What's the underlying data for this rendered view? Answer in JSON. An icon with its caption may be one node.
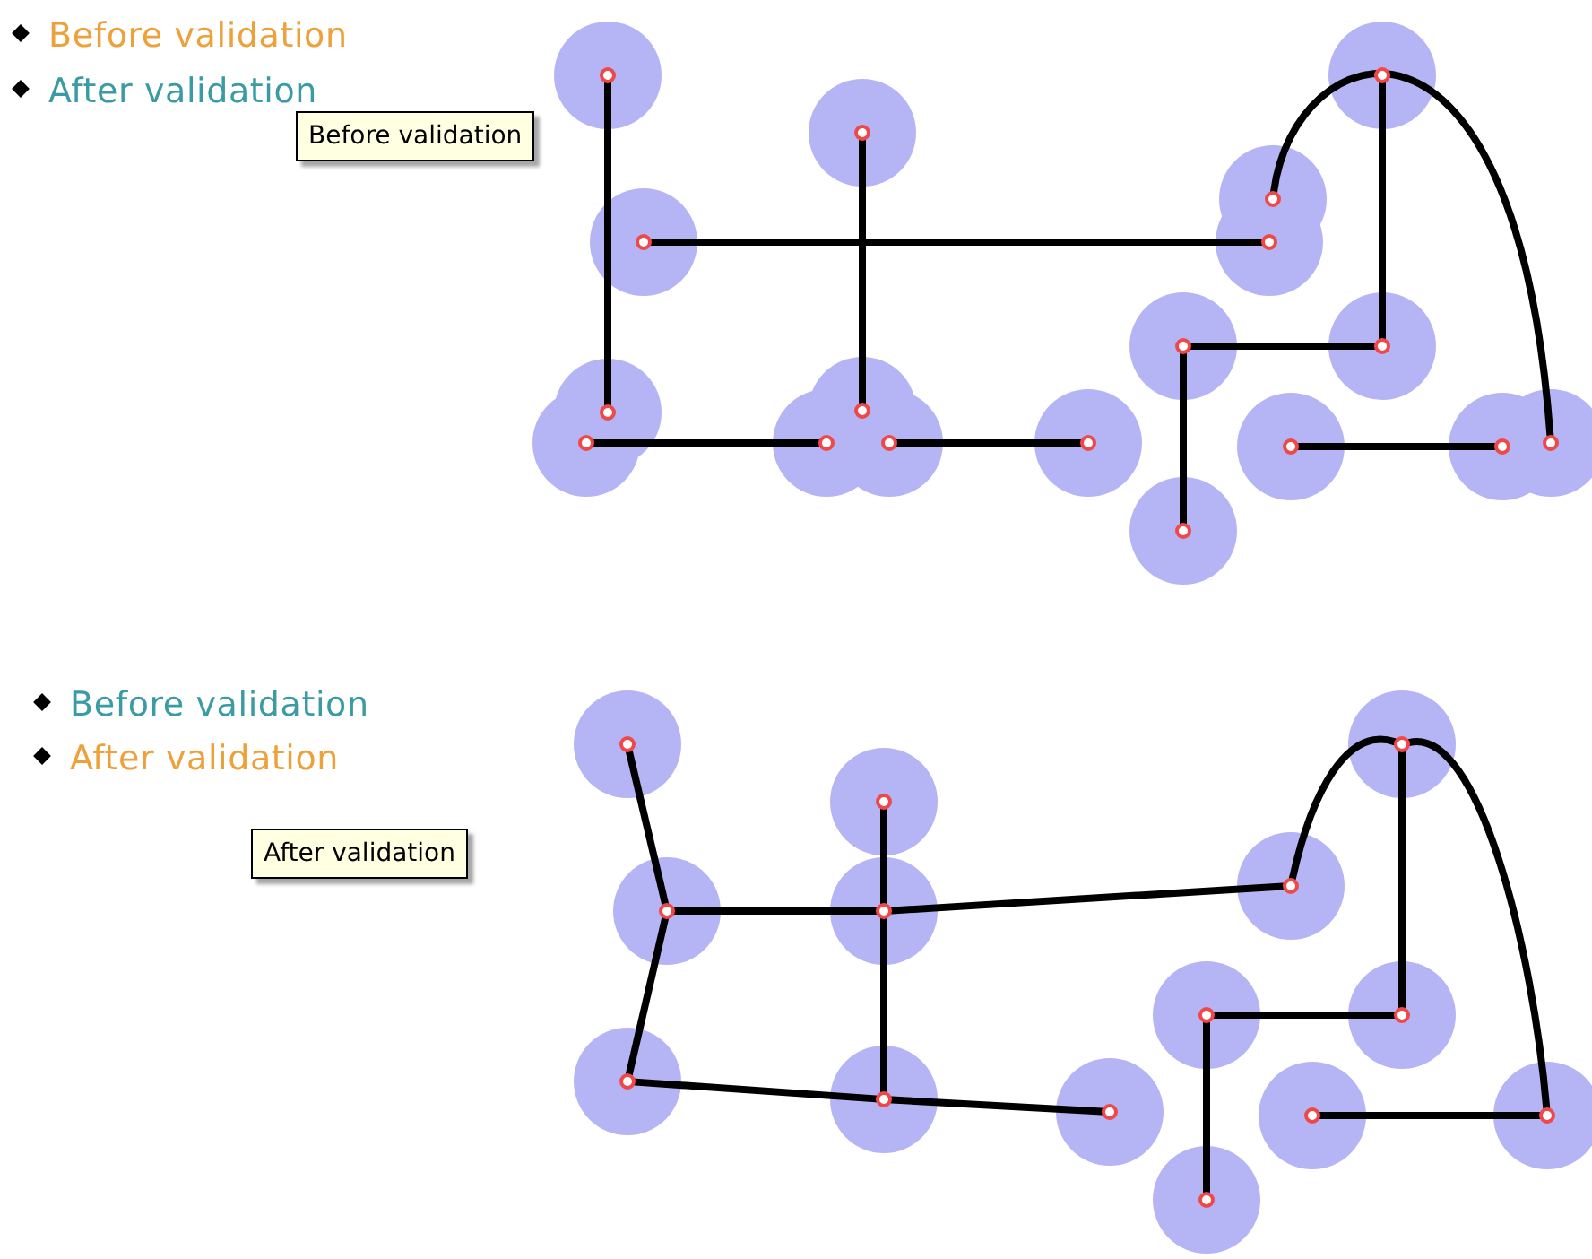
{
  "diagram": {
    "nodes": [
      {
        "text": [],
        "shape": "circle"
      },
      {
        "text": [],
        "shape": "circle"
      },
      {
        "text": [],
        "shape": "circle"
      },
      {
        "text": [],
        "shape": "circle"
      },
      {
        "text": [],
        "shape": "circle"
      },
      {
        "text": [],
        "shape": "circle"
      },
      {
        "text": [],
        "shape": "circle"
      },
      {
        "text": [],
        "shape": "circle"
      },
      {
        "text": [],
        "shape": "circle"
      },
      {
        "text": [],
        "shape": "circle"
      },
      {
        "text": [],
        "shape": "circle"
      },
      {
        "text": [],
        "shape": "circle"
      },
      {
        "text": [],
        "shape": "circle"
      },
      {
        "text": [],
        "shape": "circle"
      },
      {
        "text": [],
        "shape": "circle"
      },
      {
        "text": [],
        "shape": "circle"
      },
      {
        "text": [],
        "shape": "circle"
      },
      {
        "text": [],
        "shape": "circle"
      },
      {
        "text": [],
        "shape": "circle"
      },
      {
        "text": [],
        "shape": "circle"
      },
      {
        "text": [],
        "shape": "circle"
      },
      {
        "text": [],
        "shape": "circle"
      },
      {
        "text": [],
        "shape": "circle"
      },
      {
        "text": [],
        "shape": "circle"
      },
      {
        "text": [],
        "shape": "circle"
      },
      {
        "text": [],
        "shape": "circle"
      },
      {
        "text": [],
        "shape": "circle"
      },
      {
        "text": [],
        "shape": "circle"
      },
      {
        "text": [],
        "shape": "circle"
      },
      {
        "text": [],
        "shape": "circle"
      },
      {
        "text": [],
        "shape": "circle"
      },
      {
        "text": [],
        "shape": "circle"
      }
    ],
    "edges": [
      {
        "from": 0,
        "to": 8,
        "arrow": "none"
      },
      {
        "from": 1,
        "to": 10,
        "arrow": "none"
      },
      {
        "from": 2,
        "to": 4,
        "arrow": "none"
      },
      {
        "from": 5,
        "to": 7,
        "arrow": "none"
      },
      {
        "from": 7,
        "to": 6,
        "arrow": "none"
      },
      {
        "from": 6,
        "to": 17,
        "arrow": "none"
      },
      {
        "from": 9,
        "to": 11,
        "arrow": "none"
      },
      {
        "from": 12,
        "to": 13,
        "arrow": "none"
      },
      {
        "from": 14,
        "to": 15,
        "arrow": "none"
      },
      {
        "from": 3,
        "to": 16,
        "arrow": "none"
      },
      {
        "from": 18,
        "to": 20,
        "arrow": "none"
      },
      {
        "from": 20,
        "to": 26,
        "arrow": "none"
      },
      {
        "from": 20,
        "to": 21,
        "arrow": "none"
      },
      {
        "from": 21,
        "to": 22,
        "arrow": "none"
      },
      {
        "from": 19,
        "to": 21,
        "arrow": "none"
      },
      {
        "from": 21,
        "to": 27,
        "arrow": "none"
      },
      {
        "from": 26,
        "to": 27,
        "arrow": "none"
      },
      {
        "from": 27,
        "to": 28,
        "arrow": "none"
      },
      {
        "from": 23,
        "to": 25,
        "arrow": "none"
      },
      {
        "from": 25,
        "to": 24,
        "arrow": "none"
      },
      {
        "from": 24,
        "to": 31,
        "arrow": "none"
      },
      {
        "from": 29,
        "to": 30,
        "arrow": "none"
      },
      {
        "from": 22,
        "to": 23,
        "arrow": "none"
      },
      {
        "from": 23,
        "to": 30,
        "arrow": "none"
      }
    ],
    "labels": [
      "Before validation",
      "After validation",
      "Before validation",
      "Before validation",
      "After validation",
      "After validation"
    ]
  }
}
